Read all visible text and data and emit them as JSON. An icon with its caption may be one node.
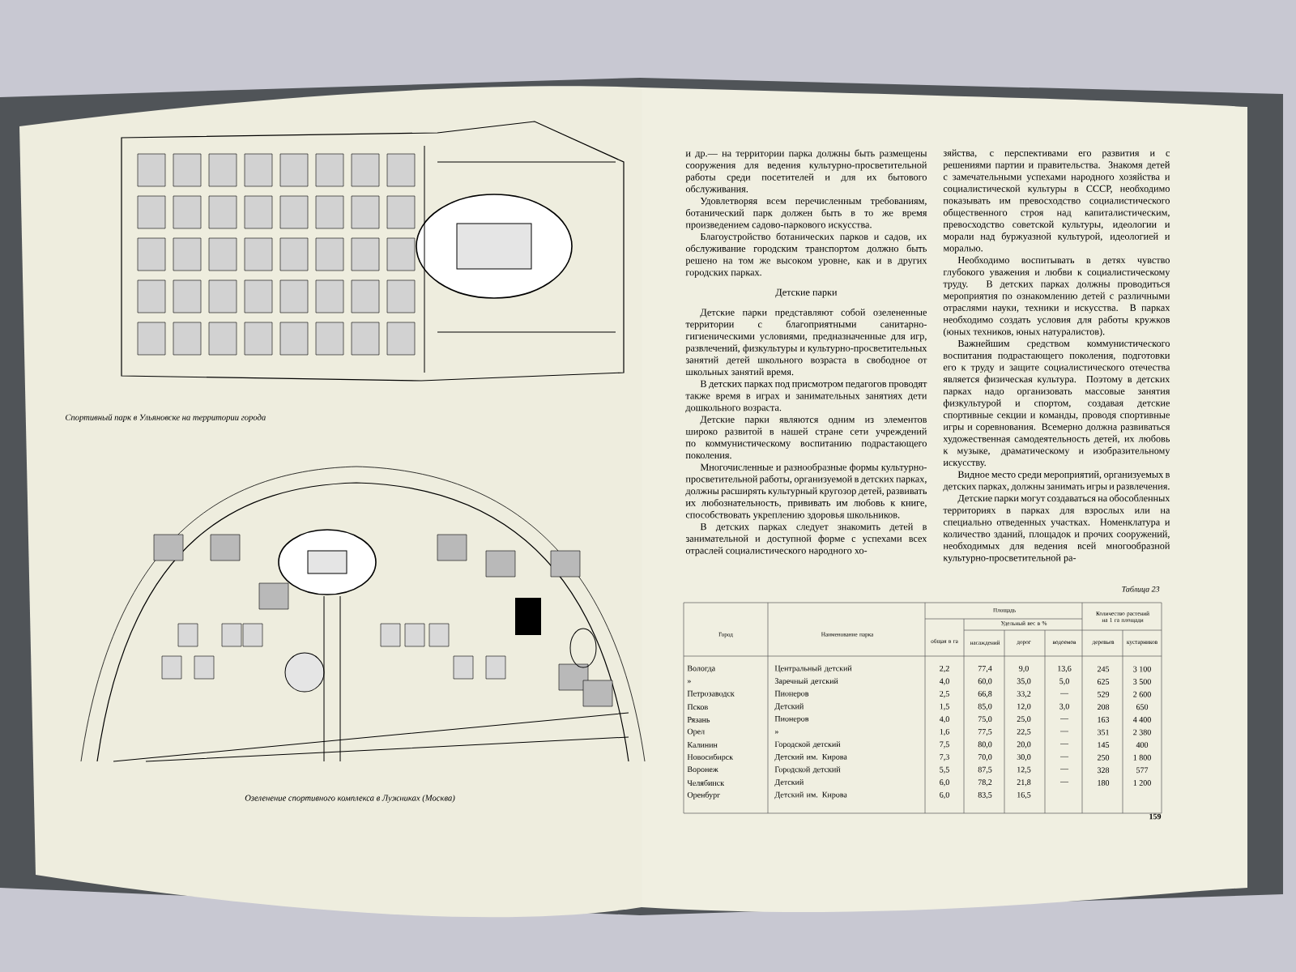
{
  "diagram": {
    "labels": [
      "Спортивный парк в Ульяновске на территории города",
      "Озеленение спортивного комплекса в Лужниках (Москва)",
      "и др.— на территории парка должны быть размещены сооружения для ведения культурно-просветительной работы среди посетителей и для их бытового обслуживания.",
      "Удовлетворяя всем перечисленным требованиям, ботанический парк должен быть в то же время произведением садово-паркового искусства.",
      "Благоустройство ботанических парков и садов, их обслуживание городским транспортом должно быть решено на том же высоком уровне, как и в других городских парках.",
      "Детские парки",
      "Детские парки представляют собой озелененные территории с благоприятными санитарно-гигиеническими условиями, предназначенные для игр, развлечений, физкультуры и культурно-просветительных занятий детей школьного возраста в свободное от школьных занятий время.",
      "В детских парках под присмотром педагогов проводят также время в играх и занимательных занятиях дети дошкольного возраста.",
      "Детские парки являются одним из элементов широко развитой в нашей стране сети учреждений по коммунистическому воспитанию подрастающего поколения.",
      "Многочисленные и разнообразные формы культурно-просветительной работы, организуемой в детских парках, должны расширять культурный кругозор детей, развивать их любознательность, прививать им любовь к книге, способствовать укреплению здоровья школьников.",
      "В детских парках следует знакомить детей в занимательной и доступной форме с успехами всех отраслей социалистического народного хо-",
      "зяйства, с перспективами его развития и с решениями партии и правительства. Знакомя детей с замечательными успехами народного хозяйства и социалистической культуры в СССР, необходимо показывать им превосходство социалистического общественного строя над капиталистическим, превосходство советской культуры, идеологии и морали над буржуазной культурой, идеологией и моралью.",
      "Необходимо воспитывать в детях чувство глубокого уважения и любви к социалистическому труду. В детских парках должны проводиться мероприятия по ознакомлению детей с различными отраслями науки, техники и искусства. В парках необходимо создать условия для работы кружков (юных техников, юных натуралистов).",
      "Важнейшим средством коммунистического воспитания подрастающего поколения, подготовки его к труду и защите социалистического отечества является физическая культура. Поэтому в детских парках надо организовать массовые занятия физкультурой и спортом, создавая детские спортивные секции и команды, проводя спортивные игры и соревнования. Всемерно должна развиваться художественная самодеятельность детей, их любовь к музыке, драматическому и изобразительному искусству.",
      "Видное место среди мероприятий, организуемых в детских парках, должны занимать игры и развлечения.",
      "Детские парки могут создаваться на обособленных территориях в парках для взрослых или на специально отведенных участках. Номенклатура и количество зданий, площадок и прочих сооружений, необходимых для ведения всей многообразной культурно-просветительной ра-",
      "Таблица 23",
      "Город",
      "Наименование парка",
      "Площадь",
      "Количество растений на 1 га площади",
      "Удельный вес в %",
      "общая в га",
      "насаждений",
      "дорог",
      "водоемов",
      "деревьев",
      "кустарников",
      "Вологда",
      "Центральный детский",
      "2,2",
      "77,4",
      "9,0",
      "13,6",
      "245",
      "3 100",
      "»",
      "Заречный детский",
      "4,0",
      "60,0",
      "35,0",
      "5,0",
      "625",
      "3 500",
      "Петрозаводск",
      "Пионеров",
      "2,5",
      "66,8",
      "33,2",
      "—",
      "529",
      "2 600",
      "Псков",
      "Детский",
      "1,5",
      "85,0",
      "12,0",
      "3,0",
      "208",
      "650",
      "Рязань",
      "Пионеров",
      "4,0",
      "75,0",
      "25,0",
      "—",
      "163",
      "4 400",
      "Орел",
      "»",
      "1,6",
      "77,5",
      "22,5",
      "—",
      "351",
      "2 380",
      "Калинин",
      "Городской детский",
      "7,5",
      "80,0",
      "20,0",
      "—",
      "145",
      "400",
      "Новосибирск",
      "Детский им. Кирова",
      "7,3",
      "70,0",
      "30,0",
      "—",
      "250",
      "1 800",
      "Воронеж",
      "Городской детский",
      "5,5",
      "87,5",
      "12,5",
      "—",
      "328",
      "577",
      "Челябинск",
      "Детский",
      "6,0",
      "78,2",
      "21,8",
      "—",
      "180",
      "1 200",
      "Оренбург",
      "Детский им. Кирова",
      "6,0",
      "83,5",
      "16,5",
      "159"
    ]
  }
}
